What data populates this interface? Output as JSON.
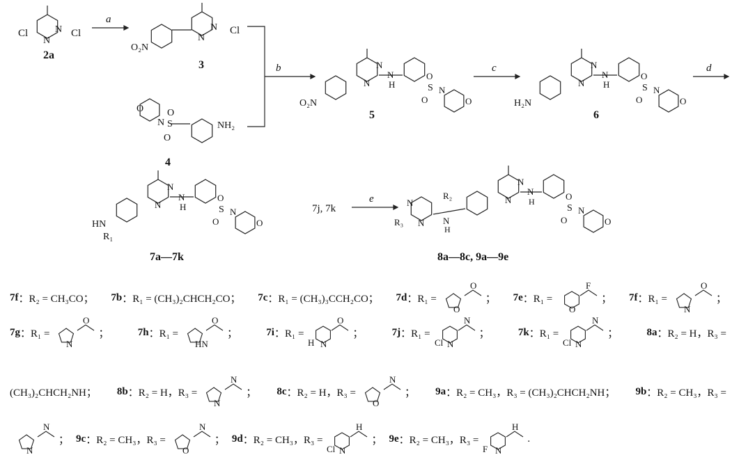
{
  "scheme": {
    "compounds": {
      "c2a": {
        "label": "2a",
        "atoms": [
          "Cl",
          "N",
          "N",
          "Cl"
        ]
      },
      "c3": {
        "label": "3",
        "atoms": [
          "O₂N",
          "N",
          "N",
          "Cl"
        ]
      },
      "c4": {
        "label": "4",
        "atoms": [
          "O",
          "N",
          "S",
          "O",
          "O",
          "NH₂"
        ]
      },
      "c5": {
        "label": "5",
        "atoms": [
          "O₂N",
          "N",
          "N",
          "N",
          "H",
          "S",
          "O",
          "O",
          "N",
          "O"
        ]
      },
      "c6": {
        "label": "6",
        "atoms": [
          "H₂N",
          "N",
          "N",
          "N",
          "H",
          "S",
          "O",
          "O",
          "N",
          "O"
        ]
      },
      "c7": {
        "label": "7a—7k",
        "atoms": [
          "HN",
          "R₁",
          "N",
          "N",
          "N",
          "H",
          "S",
          "O",
          "O",
          "N",
          "O"
        ]
      },
      "c8": {
        "label": "8a—8c, 9a—9e",
        "atoms": [
          "N",
          "N",
          "R₃",
          "R₂",
          "N",
          "H",
          "N",
          "N",
          "N",
          "H",
          "S",
          "O",
          "O",
          "N",
          "O"
        ]
      },
      "reactants_e": "7j, 7k"
    },
    "steps": [
      "a",
      "b",
      "c",
      "d",
      "e"
    ]
  },
  "legend": {
    "line1": [
      {
        "id": "7f",
        "text": "：R₂ = CH₃CO；"
      },
      {
        "id": "7b",
        "text": "：R₁ = (CH₃)₂CHCH₂CO；"
      },
      {
        "id": "7c",
        "text": "：R₁ = (CH₃)₃CCH₂CO；"
      },
      {
        "id": "7d",
        "text": "：R₁ =",
        "atoms": [
          "O",
          "O"
        ],
        "after": "；"
      },
      {
        "id": "7e",
        "text": "：R₁ =",
        "atoms": [
          "F",
          "O"
        ],
        "after": "；"
      },
      {
        "id": "7f",
        "text": "：R₁ =",
        "atoms": [
          "O",
          "N"
        ],
        "after": "；"
      }
    ],
    "line2": [
      {
        "id": "7g",
        "text": "：R₁ =",
        "atoms": [
          "O",
          "N"
        ],
        "after": "；"
      },
      {
        "id": "7h",
        "text": "：R₁ =",
        "atoms": [
          "O",
          "HN"
        ],
        "after": "；"
      },
      {
        "id": "7i",
        "text": "：R₁ =",
        "atoms": [
          "O",
          "N",
          "H"
        ],
        "after": "；"
      },
      {
        "id": "7j",
        "text": "：R₁ =",
        "atoms": [
          "N",
          "N",
          "Cl"
        ],
        "after": "；"
      },
      {
        "id": "7k",
        "text": "：R₁ =",
        "atoms": [
          "N",
          "N",
          "Cl"
        ],
        "after": "；"
      },
      {
        "id": "8a",
        "text": "：R₂ = H，R₃ ="
      }
    ],
    "line3": [
      {
        "id": "",
        "text": "(CH₃)₂CHCH₂NH；"
      },
      {
        "id": "8b",
        "text": "：R₂ = H，R₃ =",
        "atoms": [
          "N",
          "N"
        ],
        "after": "；"
      },
      {
        "id": "8c",
        "text": "：R₂ = H，R₃ =",
        "atoms": [
          "N",
          "O"
        ],
        "after": "；"
      },
      {
        "id": "9a",
        "text": "：R₂ = CH₃，R₃ = (CH₃)₂CHCH₂NH；"
      },
      {
        "id": "9b",
        "text": "：R₂ = CH₃，R₃ ="
      }
    ],
    "line4": [
      {
        "id": "",
        "text": "",
        "atoms": [
          "N",
          "N"
        ],
        "after": "；"
      },
      {
        "id": "9c",
        "text": "：R₂ = CH₃，R₃ =",
        "atoms": [
          "N",
          "O"
        ],
        "after": "；"
      },
      {
        "id": "9d",
        "text": "：R₂ = CH₃，R₃ =",
        "atoms": [
          "H",
          "N",
          "Cl"
        ],
        "after": "；"
      },
      {
        "id": "9e",
        "text": "：R₂ = CH₃，R₃ =",
        "atoms": [
          "H",
          "N",
          "F"
        ],
        "after": "."
      }
    ]
  }
}
